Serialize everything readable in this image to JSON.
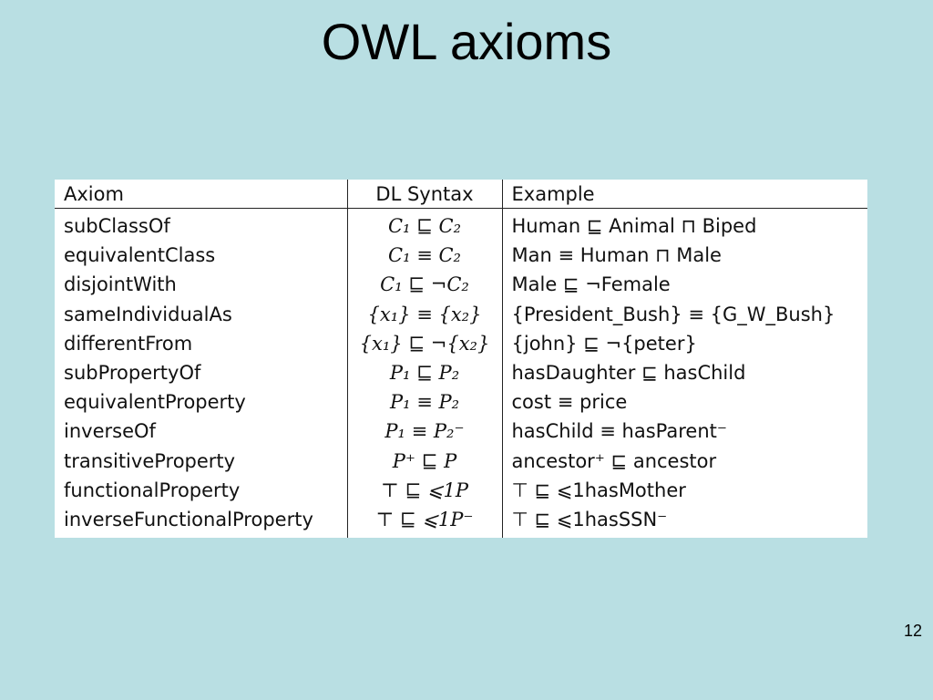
{
  "slide": {
    "title": "OWL axioms",
    "page_number": "12"
  },
  "table": {
    "headers": [
      "Axiom",
      "DL Syntax",
      "Example"
    ],
    "rows": [
      [
        "subClassOf",
        "C₁ ⊑ C₂",
        "Human ⊑ Animal ⊓ Biped"
      ],
      [
        "equivalentClass",
        "C₁ ≡ C₂",
        "Man ≡ Human ⊓ Male"
      ],
      [
        "disjointWith",
        "C₁ ⊑ ¬C₂",
        "Male ⊑ ¬Female"
      ],
      [
        "sameIndividualAs",
        "{x₁} ≡ {x₂}",
        "{President_Bush} ≡ {G_W_Bush}"
      ],
      [
        "differentFrom",
        "{x₁} ⊑ ¬{x₂}",
        "{john} ⊑ ¬{peter}"
      ],
      [
        "subPropertyOf",
        "P₁ ⊑ P₂",
        "hasDaughter ⊑ hasChild"
      ],
      [
        "equivalentProperty",
        "P₁ ≡ P₂",
        "cost ≡ price"
      ],
      [
        "inverseOf",
        "P₁ ≡ P₂⁻",
        "hasChild ≡ hasParent⁻"
      ],
      [
        "transitiveProperty",
        "P⁺ ⊑ P",
        "ancestor⁺ ⊑ ancestor"
      ],
      [
        "functionalProperty",
        "⊤ ⊑ ⩽1P",
        "⊤ ⊑ ⩽1hasMother"
      ],
      [
        "inverseFunctionalProperty",
        "⊤ ⊑ ⩽1P⁻",
        "⊤ ⊑ ⩽1hasSSN⁻"
      ]
    ]
  }
}
